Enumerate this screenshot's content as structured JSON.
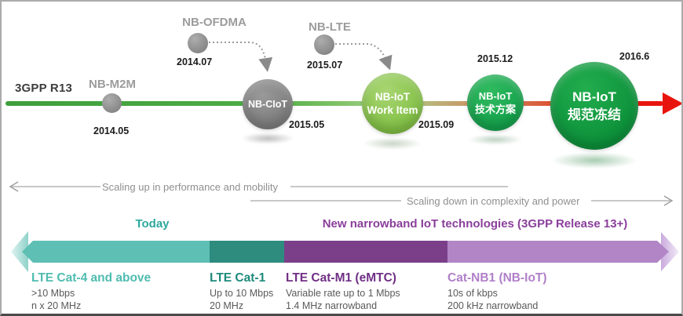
{
  "colors": {
    "timeline_green": "#44a544",
    "timeline_tan": "#c79a68",
    "timeline_red": "#e8150e",
    "gray_node": "#979797",
    "ciot_gray": "#7f7f7f",
    "work_item_green": "#8cc63f",
    "tech_green": "#12a24e",
    "freeze_green": "#0b9a3c",
    "teal_segment": "#5ebfb4",
    "dark_teal_segment": "#2e8c7e",
    "dark_purple_segment": "#7b3f8a",
    "light_purple_segment": "#b185c6",
    "today_text": "#2da89d",
    "new_tech_text": "#8a3f9b",
    "spec_text": "#595959"
  },
  "timeline": {
    "era_label": "3GPP R13",
    "m2m": {
      "label": "NB-M2M",
      "date": "2014.05"
    },
    "ofdma": {
      "label": "NB-OFDMA",
      "date": "2014.07"
    },
    "ciot": {
      "label": "NB-CIoT",
      "date": "2015.05"
    },
    "lte": {
      "label": "NB-LTE",
      "date": "2015.07"
    },
    "work_item": {
      "line1": "NB-IoT",
      "line2": "Work Item",
      "date": "2015.09"
    },
    "tech": {
      "line1": "NB-IoT",
      "line2": "技术方案",
      "date": "2015.12"
    },
    "freeze": {
      "line1": "NB-IoT",
      "line2": "规范冻结",
      "date": "2016.6"
    }
  },
  "scaling": {
    "up": "Scaling up in performance and mobility",
    "down": "Scaling down in complexity and power"
  },
  "spectrum": {
    "today": "Today",
    "new_tech": "New narrowband IoT technologies (3GPP Release 13+)",
    "segments": [
      {
        "name": "LTE Cat-4 and above",
        "spec1": ">10 Mbps",
        "spec2": "n x 20 MHz"
      },
      {
        "name": "LTE Cat-1",
        "spec1": "Up to 10 Mbps",
        "spec2": "20 MHz"
      },
      {
        "name": "LTE Cat-M1 (eMTC)",
        "spec1": "Variable rate up to 1 Mbps",
        "spec2": "1.4 MHz narrowband"
      },
      {
        "name": "Cat-NB1 (NB-IoT)",
        "spec1": "10s of kbps",
        "spec2": "200 kHz narrowband"
      }
    ]
  }
}
